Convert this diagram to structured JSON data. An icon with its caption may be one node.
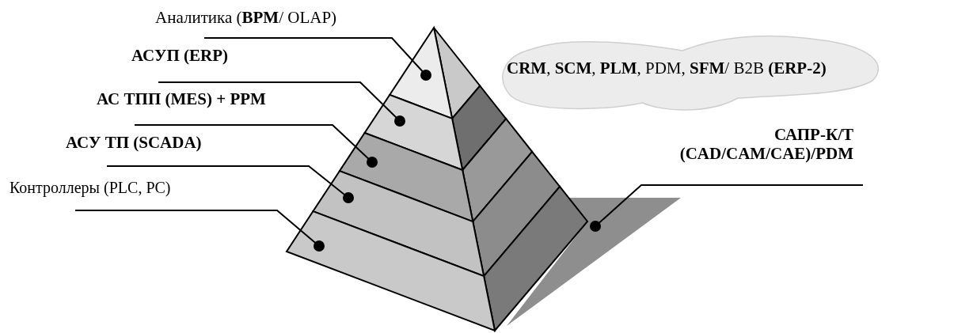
{
  "diagram": {
    "nodes": [
      {
        "text": [
          "Аналитика (**BPM**/ OLAP)"
        ]
      },
      {
        "text": [
          "АСУП (ERP)"
        ]
      },
      {
        "text": [
          "АС ТПП (MES) + PPM"
        ]
      },
      {
        "text": [
          "АСУ ТП (SCADA)"
        ]
      },
      {
        "text": [
          "Контроллеры (PLC, PC)"
        ]
      },
      {
        "text": [
          "**CRM**, **SCM**, **PLM**, PDM, **SFM**/ B2B **(ERP-2)**"
        ]
      },
      {
        "text": [
          "САПР-К/Т (CAD/CAM/CAE)/PDM"
        ]
      },
      {
        "text": [],
        "shape": "band"
      },
      {
        "text": [],
        "shape": "band"
      },
      {
        "text": [],
        "shape": "band"
      },
      {
        "text": [],
        "shape": "band"
      },
      {
        "text": [],
        "shape": "band"
      },
      {
        "text": [],
        "shape": "shadow"
      }
    ],
    "edges": [
      {
        "from": 0,
        "to": 7,
        "arrow": "other"
      },
      {
        "from": 1,
        "to": 8,
        "arrow": "other"
      },
      {
        "from": 2,
        "to": 9,
        "arrow": "other"
      },
      {
        "from": 3,
        "to": 10,
        "arrow": "other"
      },
      {
        "from": 4,
        "to": 11,
        "arrow": "other"
      },
      {
        "from": 6,
        "to": 12,
        "arrow": "other"
      }
    ]
  }
}
